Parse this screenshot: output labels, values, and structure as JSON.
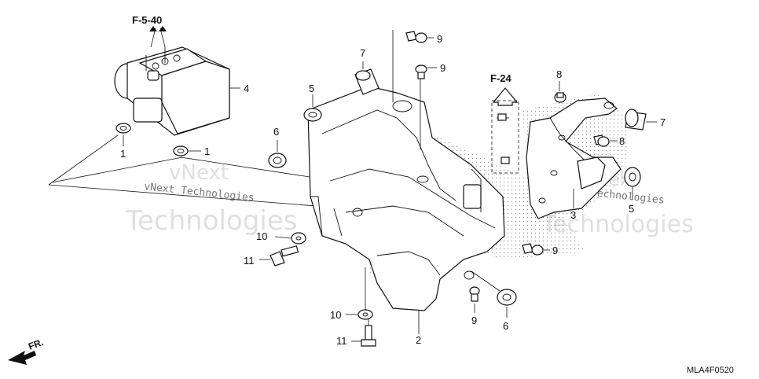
{
  "diagram": {
    "refs": {
      "abs_modulator": "F-5-40",
      "body_panel": "F-24"
    },
    "front_marker": "FR.",
    "drawing_code": "MLA4F0520",
    "watermark": {
      "line1": "vNext Technologies",
      "line2": "vNext",
      "line3": "Technologies"
    },
    "callouts": {
      "c1a": "1",
      "c1b": "1",
      "c2": "2",
      "c3": "3",
      "c4": "4",
      "c5a": "5",
      "c5b": "5",
      "c6a": "6",
      "c6b": "6",
      "c7a": "7",
      "c7b": "7",
      "c8a": "8",
      "c8b": "8",
      "c9a": "9",
      "c9b": "9",
      "c9c": "9",
      "c9d": "9",
      "c10a": "10",
      "c10b": "10",
      "c11a": "11",
      "c11b": "11"
    }
  }
}
